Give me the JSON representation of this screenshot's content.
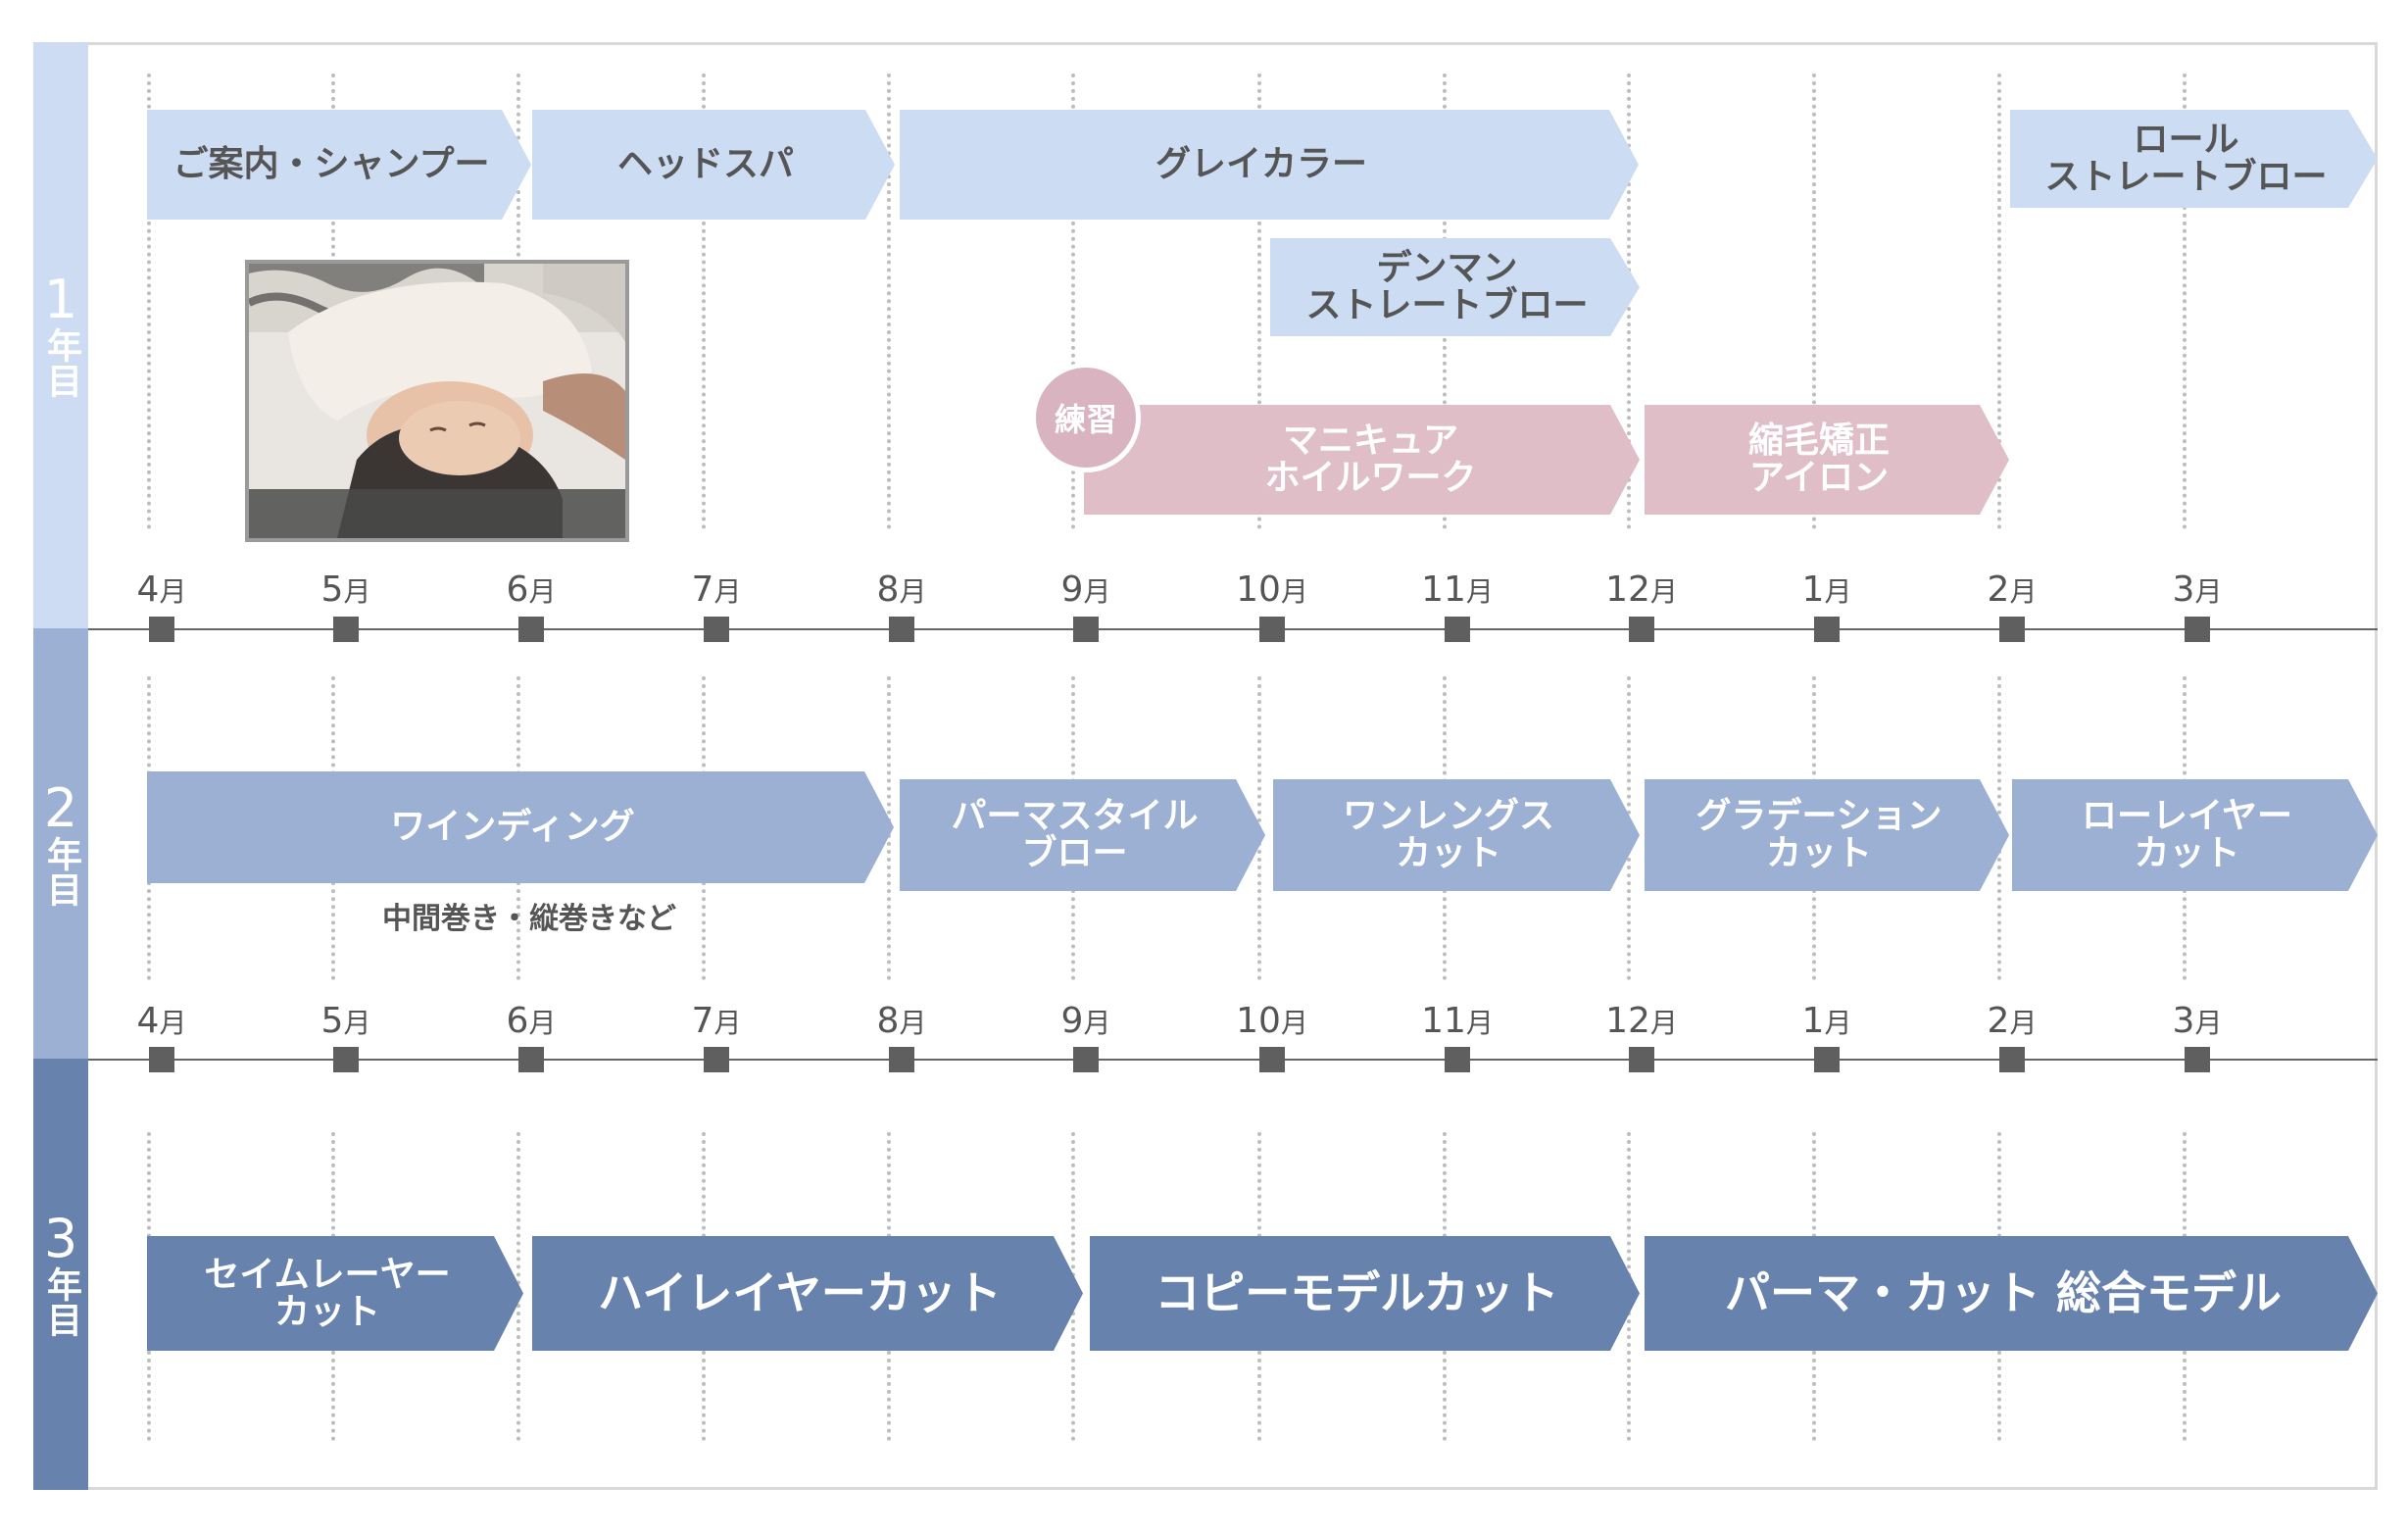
{
  "years": [
    {
      "num": "1",
      "suffix": "年目",
      "color": "#cddcf2"
    },
    {
      "num": "2",
      "suffix": "年目",
      "color": "#9bb0d2"
    },
    {
      "num": "3",
      "suffix": "年目",
      "color": "#6783ad"
    }
  ],
  "months": [
    "4",
    "5",
    "6",
    "7",
    "8",
    "9",
    "10",
    "11",
    "12",
    "1",
    "2",
    "3"
  ],
  "month_unit": "月",
  "year1": {
    "tasks": [
      "ご案内・シャンプー",
      "ヘッドスパ",
      "グレイカラー",
      "デンマン\nストレートブロー",
      "ロール\nストレートブロー"
    ],
    "practice_badge": "練習",
    "practice_tasks": [
      "マニキュア\nホイルワーク",
      "縮毛矯正\nアイロン"
    ]
  },
  "year2": {
    "tasks": [
      "ワインディング",
      "パーマスタイル\nブロー",
      "ワンレングス\nカット",
      "グラデーション\nカット",
      "ローレイヤー\nカット"
    ],
    "note": "中間巻き・縦巻きなど"
  },
  "year3": {
    "tasks": [
      "セイムレーヤー\nカット",
      "ハイレイヤーカット",
      "コピーモデルカット",
      "パーマ・カット 総合モデル"
    ]
  },
  "colors": {
    "year1_task": "#ccdcf2",
    "year1_practice": "#dfbec8",
    "year2_task": "#9bb0d2",
    "year3_task": "#6783ad",
    "tick": "#5f5f5f"
  }
}
